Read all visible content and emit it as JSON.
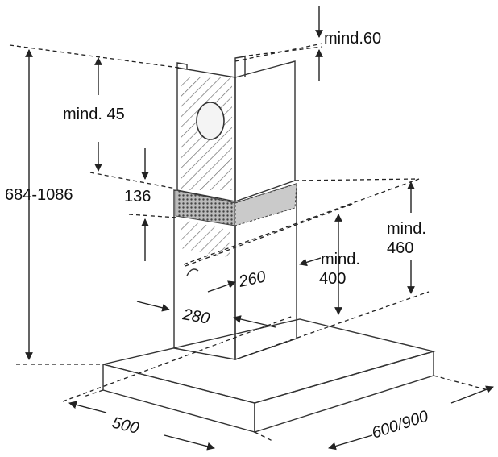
{
  "labels": {
    "mind60": "mind.60",
    "mind45": "mind. 45",
    "height_range": "684-1086",
    "d136": "136",
    "mind460_a": "mind.",
    "mind460_b": "460",
    "mind400_a": "mind.",
    "mind400_b": "400",
    "d260": "260",
    "d280": "280",
    "d500": "500",
    "d600_900": "600/900"
  },
  "colors": {
    "hood_light": "#ebebeb",
    "hood_mid": "#d6d6d6",
    "hood_dark": "#bdbdbd",
    "hatch": "#555555",
    "line": "#222222"
  },
  "icons": [
    "hatch-pattern",
    "mesh-pattern",
    "arrow-marker",
    "circle-outlet-icon"
  ]
}
